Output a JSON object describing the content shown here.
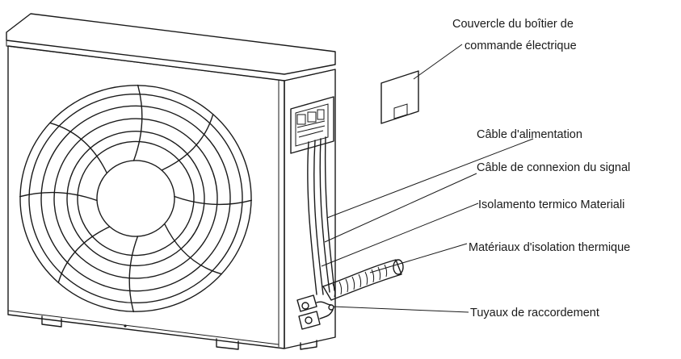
{
  "labels": {
    "cover_line1": "Couvercle du boîtier de",
    "cover_line2": "commande électrique",
    "power_cable": "Câble d'alimentation",
    "signal_cable": "Câble de connexion du signal",
    "insulation_it": "Isolamento termico Materiali",
    "insulation_fr": "Matériaux d'isolation thermique",
    "pipes": "Tuyaux de raccordement"
  },
  "colors": {
    "line": "#1a1a1a",
    "background": "#ffffff"
  }
}
